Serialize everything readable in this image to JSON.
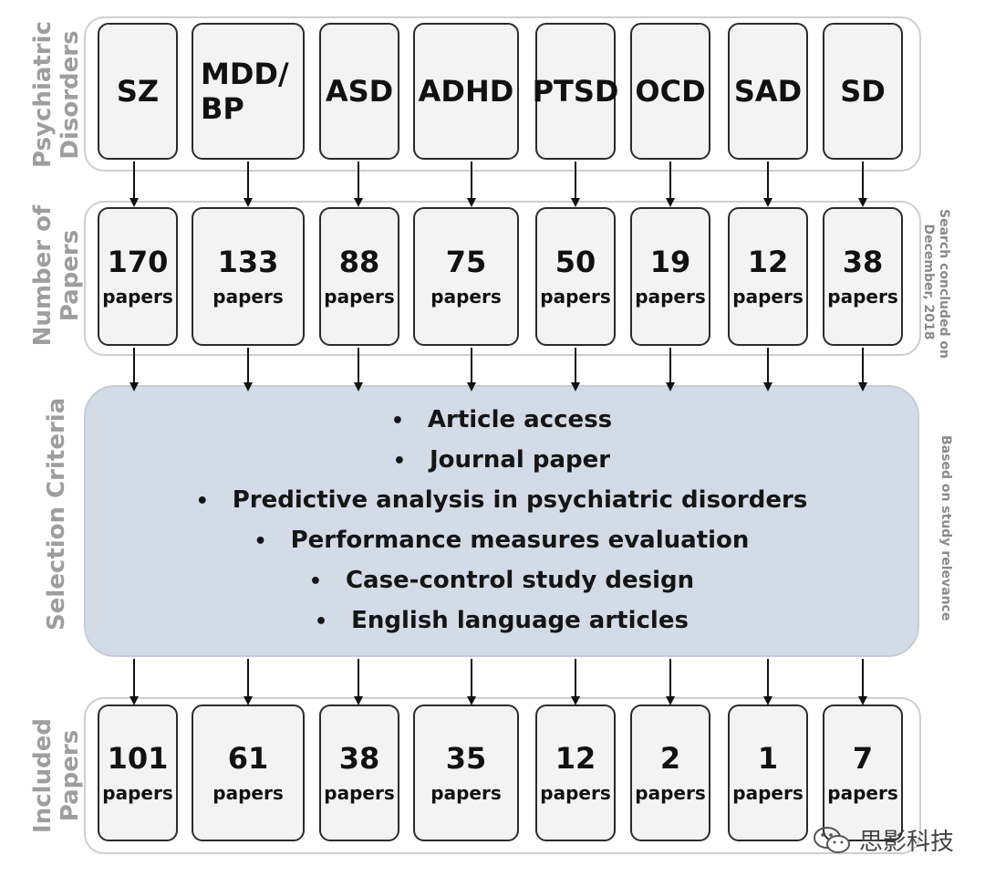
{
  "side_labels": {
    "disorders": [
      "Psychiatric",
      "Disorders"
    ],
    "numbers": [
      "Number of",
      "Papers"
    ],
    "selection": "Selection Criteria",
    "included": [
      "Included",
      "Papers"
    ]
  },
  "side_notes": {
    "search": [
      "Search concluded on",
      "December, 2018"
    ],
    "relevance": "Based on study relevance"
  },
  "disorders": [
    "SZ",
    "MDD/ BP",
    "ASD",
    "ADHD",
    "PTSD",
    "OCD",
    "SAD",
    "SD"
  ],
  "number_of_papers": [
    "170",
    "133",
    "88",
    "75",
    "50",
    "19",
    "12",
    "38"
  ],
  "included_papers": [
    "101",
    "61",
    "38",
    "35",
    "12",
    "2",
    "1",
    "7"
  ],
  "paper_unit": "papers",
  "selection_criteria": [
    "Article access",
    "Journal paper",
    "Predictive analysis in psychiatric disorders",
    "Performance measures evaluation",
    "Case-control study design",
    "English language articles"
  ],
  "watermark": "思影科技",
  "colors": {
    "box_fill": "#f3f3f3",
    "box_border": "#2b2b2b",
    "criteria_fill": "#d3dbe7",
    "side_label": "#9e9e9e"
  }
}
